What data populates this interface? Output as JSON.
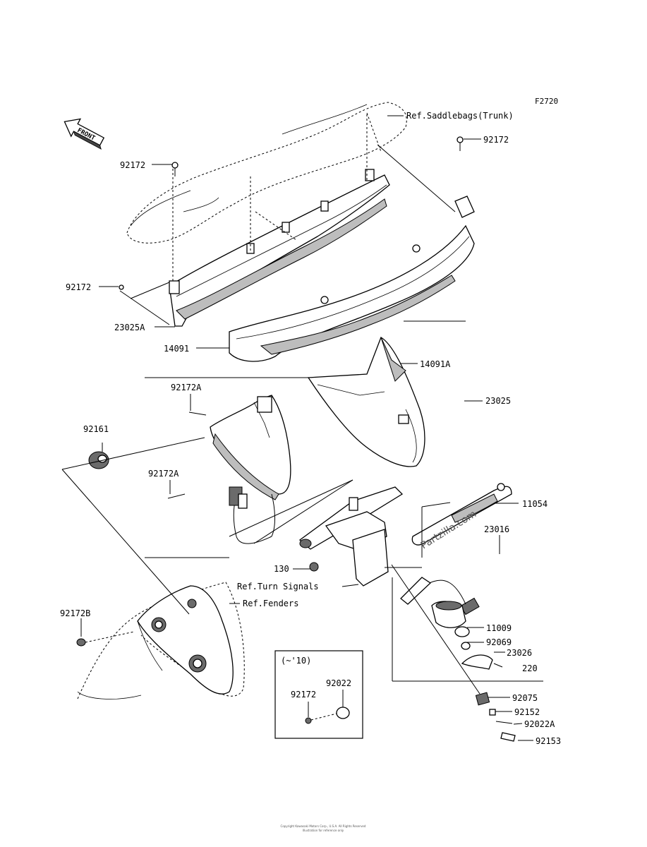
{
  "figure_code": "F2720",
  "front_label": "FRONT",
  "refs": {
    "saddlebags": "Ref.Saddlebags(Trunk)",
    "turn_signals": "Ref.Turn Signals",
    "fenders": "Ref.Fenders"
  },
  "callouts": {
    "p92172_top_right": "92172",
    "p92172_top_left": "92172",
    "p92172_left": "92172",
    "p23025A": "23025A",
    "p14091": "14091",
    "p14091A": "14091A",
    "p23025": "23025",
    "p92172A_top": "92172A",
    "p92161": "92161",
    "p92172A_bottom": "92172A",
    "p11054": "11054",
    "p23016": "23016",
    "p130": "130",
    "p92172B": "92172B",
    "p11009": "11009",
    "p92069": "92069",
    "p23026": "23026",
    "p220": "220",
    "p92075": "92075",
    "p92152": "92152",
    "p92022A": "92022A",
    "p92153": "92153"
  },
  "inset": {
    "title": "(~'10)",
    "p92022": "92022",
    "p92172": "92172"
  },
  "watermark": "Partzilla.com",
  "footer": {
    "line1": "Copyright Kawasaki Motors Corp., U.S.A. All Rights Reserved",
    "line2": "Illustration for reference only"
  }
}
